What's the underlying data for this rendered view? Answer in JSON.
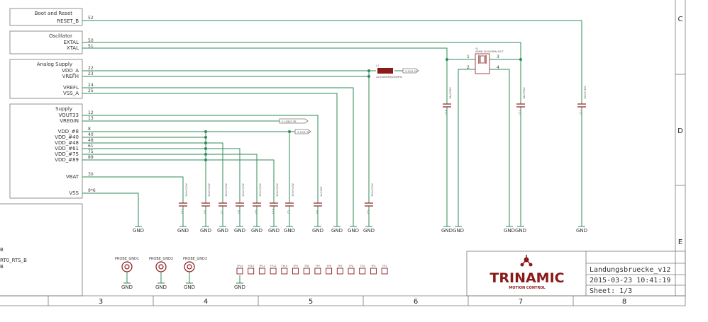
{
  "blocks": {
    "boot": {
      "title": "Boot and Reset",
      "pins": [
        "RESET_B"
      ],
      "nums": [
        "52"
      ]
    },
    "osc": {
      "title": "Oscillator",
      "pins": [
        "EXTAL",
        "XTAL"
      ],
      "nums": [
        "50",
        "51"
      ]
    },
    "analog": {
      "title": "Analog Supply",
      "pins": [
        "VDD_A",
        "VREFH",
        "VREFL",
        "VSS_A"
      ],
      "nums": [
        "22",
        "23",
        "24",
        "25"
      ]
    },
    "supply": {
      "title": "Supply",
      "pins": [
        "VOUT33",
        "VREGIN",
        "VDD_#8",
        "VDD_#40",
        "VDD_#48",
        "VDD_#61",
        "VDD_#75",
        "VDD_#89",
        "VBAT",
        "VSS"
      ],
      "nums": [
        "12",
        "13",
        "8",
        "40",
        "48",
        "61",
        "75",
        "89",
        "30",
        "9*6"
      ]
    }
  },
  "left_fragments": [
    "B",
    "RT0_RTS_B",
    "B"
  ],
  "net_labels": [
    "V_USB/3.3B",
    "3.3V/3.3V",
    "3.3V/3.3V"
  ],
  "inductor": {
    "ref": "L1",
    "value": "220/1800R@100MHz"
  },
  "crystal": {
    "ref": "Y1",
    "part": "ABM8-16.000MHz-B2-T",
    "pins": [
      "1",
      "2",
      "3",
      "4"
    ]
  },
  "caps": [
    {
      "ref": "C11",
      "value": "100nF/16V"
    },
    {
      "ref": "C6",
      "value": "100nF/16V"
    },
    {
      "ref": "C7",
      "value": "100nF/16V"
    },
    {
      "ref": "C8",
      "value": "100nF/16V"
    },
    {
      "ref": "C9",
      "value": "100nF/16V"
    },
    {
      "ref": "C10",
      "value": "100nF/16V"
    },
    {
      "ref": "C5",
      "value": "100nF/16V"
    },
    {
      "ref": "C4",
      "value": "1uF/10V"
    },
    {
      "ref": "C3",
      "value": "100nF/16V"
    },
    {
      "ref": "C16",
      "value": "18pF/50V"
    },
    {
      "ref": "C17",
      "value": "18pF/50V"
    },
    {
      "ref": "C12",
      "value": "100nF/16V"
    }
  ],
  "gnd_label": "GND",
  "probes": [
    "PROBE_GND1",
    "PROBE_GND2",
    "PROBE_GND3"
  ],
  "testpoints": [
    "TP14",
    "TP13",
    "TP12",
    "TP11",
    "TP10",
    "TP9",
    "TP8",
    "TP7",
    "TP6",
    "TP5",
    "TP4",
    "TP3",
    "TP2",
    "TP1"
  ],
  "frame": {
    "columns": [
      "3",
      "4",
      "5",
      "6",
      "7",
      "8"
    ],
    "rows": [
      "C",
      "D",
      "E"
    ]
  },
  "title_block": {
    "logo": "TRINAMIC",
    "logo_sub": "MOTION CONTROL",
    "project": "Landungsbruecke_v12",
    "date": "2015-03-23 10:41:19",
    "sheet": "Sheet: 1/3"
  },
  "colors": {
    "wire": "#2e8b57",
    "part": "#8b1a1a",
    "border": "#777777"
  }
}
